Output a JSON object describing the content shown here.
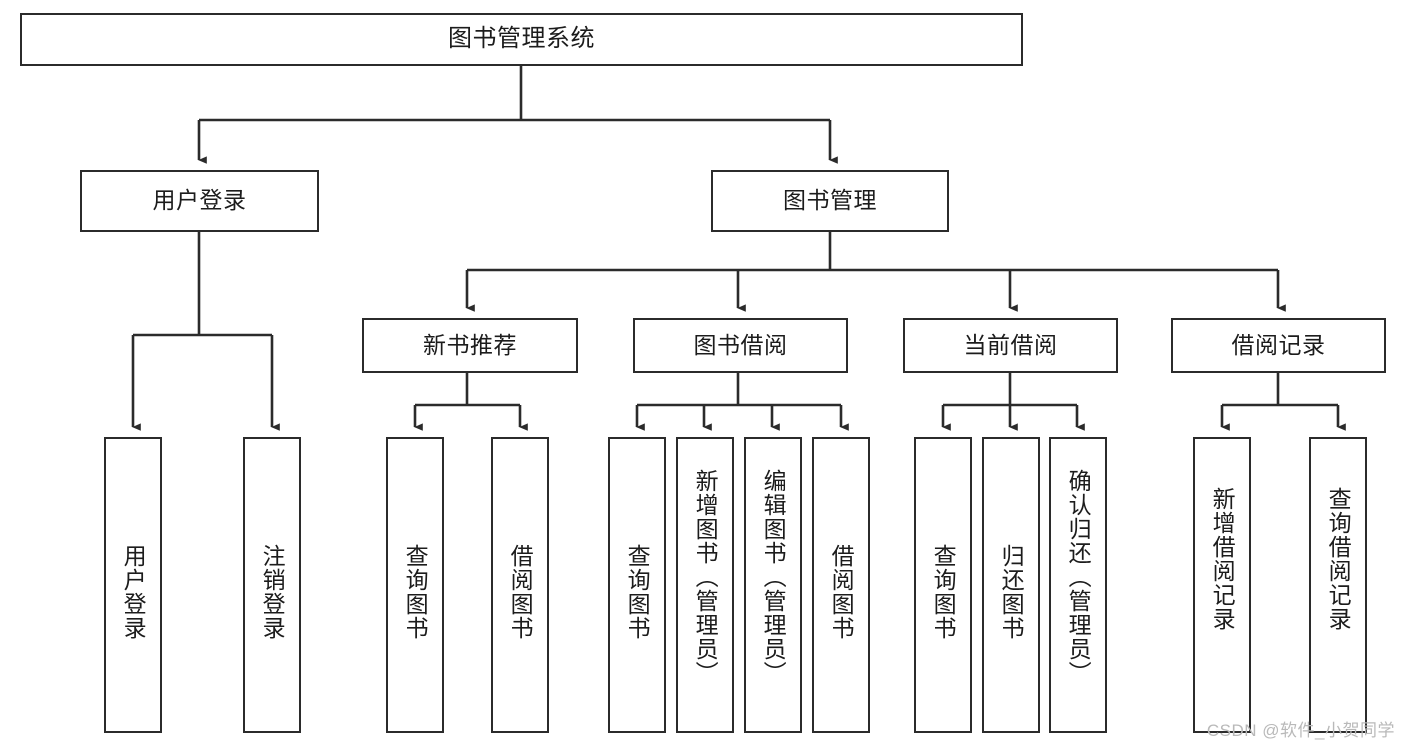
{
  "diagram": {
    "type": "tree",
    "title": "图书管理系统",
    "watermark": "CSDN @软件_小贺同学",
    "colors": {
      "box_border": "#2b2b2b",
      "box_fill": "#ffffff",
      "edge": "#2b2b2b",
      "text": "#1c1c1c",
      "watermark": "#b9b9b9",
      "background": "#ffffff"
    },
    "root": {
      "label": "图书管理系统"
    },
    "level2": [
      {
        "label": "用户登录"
      },
      {
        "label": "图书管理"
      }
    ],
    "level3": [
      {
        "label": "新书推荐"
      },
      {
        "label": "图书借阅"
      },
      {
        "label": "当前借阅"
      },
      {
        "label": "借阅记录"
      }
    ],
    "leaves": {
      "user_login": [
        {
          "label": "用户登录"
        },
        {
          "label": "注销登录"
        }
      ],
      "new_book_recommend": [
        {
          "label": "查询图书"
        },
        {
          "label": "借阅图书"
        }
      ],
      "book_borrow": [
        {
          "label": "查询图书"
        },
        {
          "label": "新增图书（管理员）"
        },
        {
          "label": "编辑图书（管理员）"
        },
        {
          "label": "借阅图书"
        }
      ],
      "current_borrow": [
        {
          "label": "查询图书"
        },
        {
          "label": "归还图书"
        },
        {
          "label": "确认归还（管理员）"
        }
      ],
      "borrow_record": [
        {
          "label": "新增借阅记录"
        },
        {
          "label": "查询借阅记录"
        }
      ]
    }
  }
}
